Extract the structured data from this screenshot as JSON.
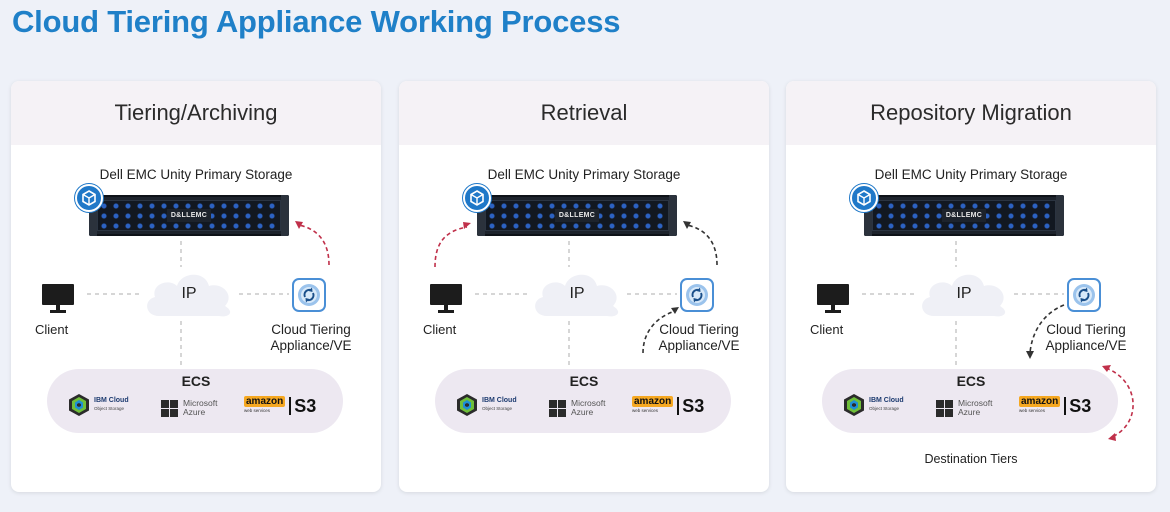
{
  "page": {
    "title": "Cloud Tiering Appliance Working Process"
  },
  "common": {
    "storage_label": "Dell EMC Unity Primary Storage",
    "server_brand": "D&LLEMC",
    "ip_label": "IP",
    "client_label": "Client",
    "appliance_label_line1": "Cloud Tiering",
    "appliance_label_line2": "Appliance/VE",
    "ecs_label": "ECS",
    "ibm_logo_line1": "IBM Cloud",
    "ibm_logo_line2": "Object Storage",
    "ms_logo_line1": "Microsoft",
    "ms_logo_line2": "Azure",
    "aws_logo_line1": "amazon",
    "aws_logo_line2": "web services",
    "s3_logo": "S3"
  },
  "panels": [
    {
      "heading": "Tiering/Archiving"
    },
    {
      "heading": "Retrieval"
    },
    {
      "heading": "Repository Migration",
      "destination_label": "Destination Tiers"
    }
  ],
  "colors": {
    "title": "#1f80c8",
    "red_arrow": "#c0304a",
    "dark_arrow": "#333333",
    "vmware_badge": "#1f78c8",
    "appliance_border": "#4a8fd6",
    "ecs_pill": "#ede8f1",
    "panel_header": "#f5f2f6"
  },
  "icons": [
    "vmware-badge-icon",
    "monitor-icon",
    "cloud-icon",
    "appliance-refresh-icon",
    "ibm-cloud-icon",
    "microsoft-windows-icon",
    "amazon-smile-icon"
  ]
}
